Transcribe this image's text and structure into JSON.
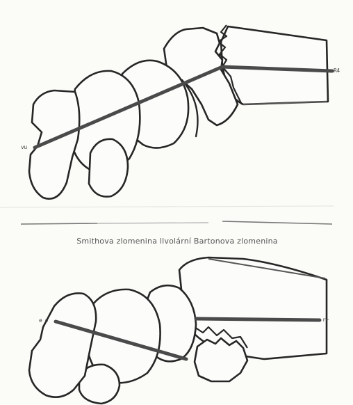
{
  "caption": "Smithova zlomenina llvolární Bartonova zlomenina",
  "top_diagram": {
    "left_marker": "vu",
    "right_marker": "R4"
  },
  "bottom_diagram": {
    "left_marker": "e e",
    "right_marker": "r+"
  }
}
